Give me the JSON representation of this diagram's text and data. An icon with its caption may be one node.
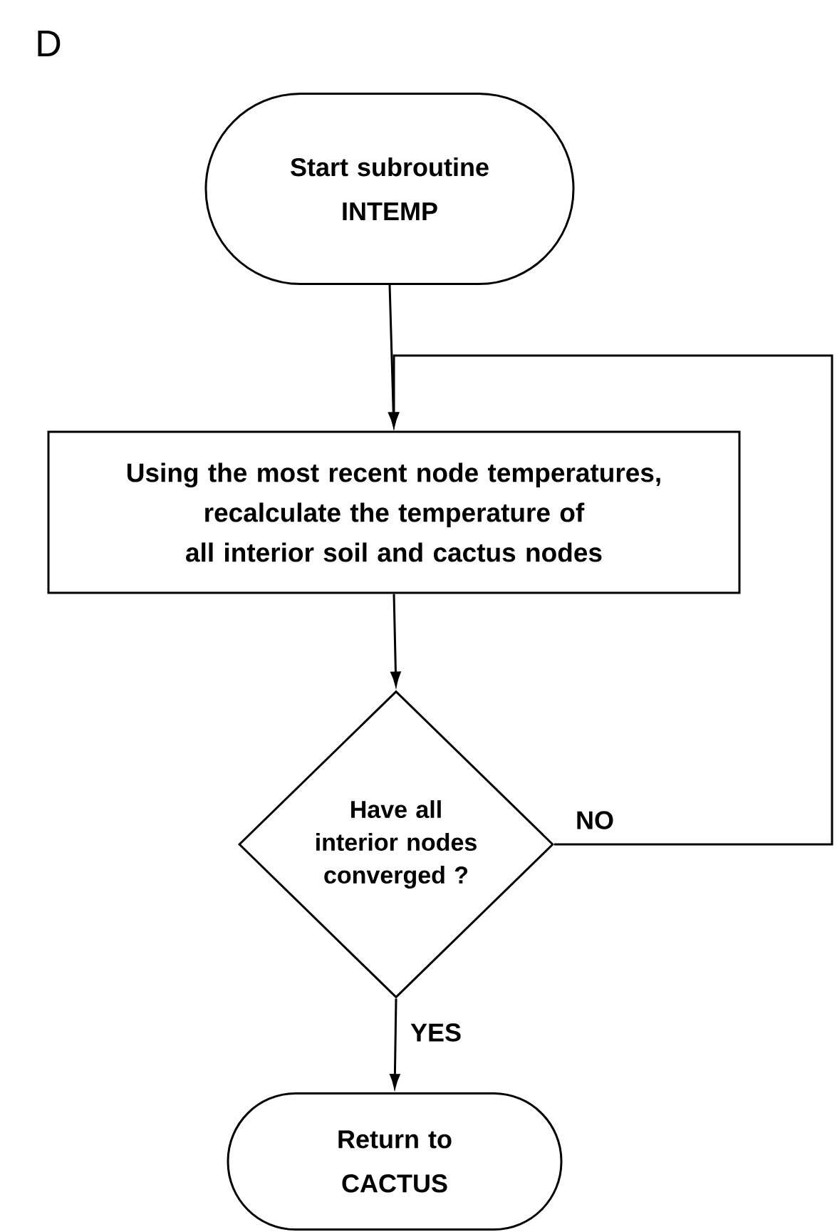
{
  "diagram": {
    "nodes": [
      {
        "text": [
          "Start subroutine INTEMP"
        ]
      },
      {
        "text": [
          "Using the most recent node temperatures, recalculate the temperature of all interior soil and cactus nodes"
        ]
      },
      {
        "text": [
          "Have all interior nodes converged ?"
        ]
      },
      {
        "text": [
          "Return to CACTUS"
        ]
      }
    ],
    "edges": [
      {
        "from": 0,
        "to": 1,
        "arrow": "to"
      },
      {
        "from": 1,
        "to": 2,
        "arrow": "to"
      },
      {
        "from": 2,
        "to": 3,
        "arrow": "to",
        "label": "YES"
      },
      {
        "from": 2,
        "to": 1,
        "arrow": "to",
        "label": "NO"
      }
    ],
    "labels": [
      "D"
    ]
  }
}
